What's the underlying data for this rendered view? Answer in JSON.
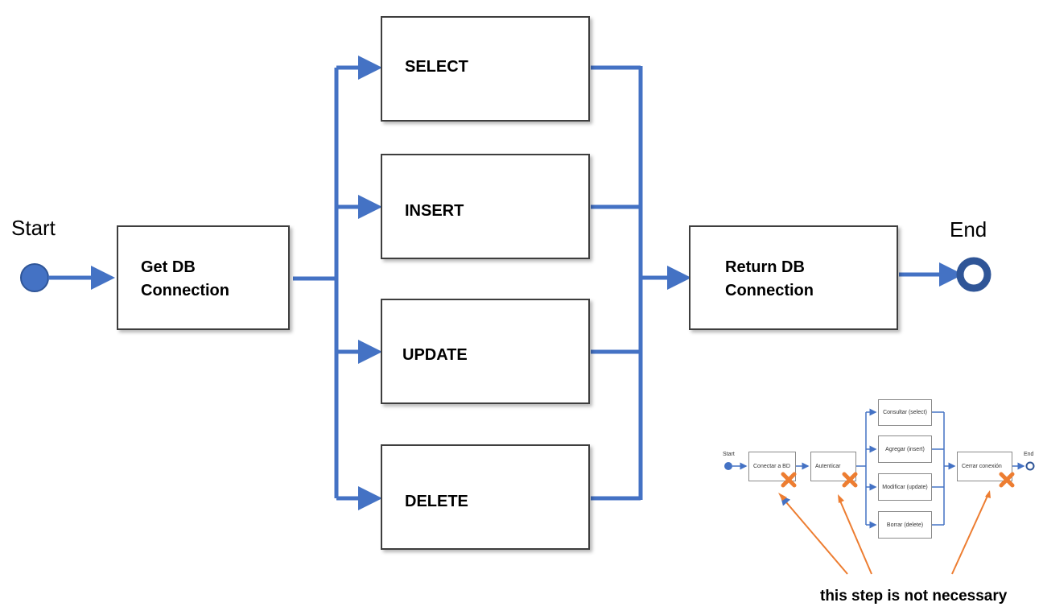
{
  "colors": {
    "flow": "#4472c4",
    "box_border": "#3e3e3e",
    "mark": "#ed7d31"
  },
  "main": {
    "start_label": "Start",
    "end_label": "End",
    "get_db": "Get DB\nConnection",
    "select": "SELECT",
    "insert": "INSERT",
    "update": "UPDATE",
    "delete": "DELETE",
    "return_db": "Return DB\nConnection"
  },
  "inset": {
    "start": "Start",
    "end": "End",
    "connect": "Conectar a BD",
    "auth": "Autenticar",
    "select": "Consultar (select)",
    "insert": "Agregar (insert)",
    "update": "Modificar (update)",
    "delete": "Borrar (delete)",
    "close": "Cerrar conexión",
    "x_icon": "x-icon"
  },
  "annotation": "this step is not necessary"
}
